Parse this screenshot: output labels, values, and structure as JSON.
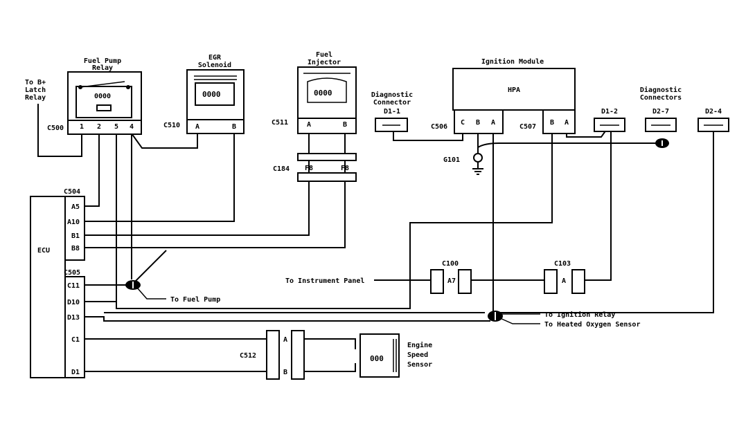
{
  "components": {
    "fuel_pump_relay": {
      "title": [
        "Fuel Pump",
        "Relay"
      ],
      "connector": "C500",
      "pins": [
        "1",
        "2",
        "5",
        "4"
      ]
    },
    "egr_solenoid": {
      "title": [
        "EGR",
        "Solenoid"
      ],
      "connector": "C510",
      "pins": [
        "A",
        "B"
      ]
    },
    "fuel_injector": {
      "title": [
        "Fuel",
        "Injector"
      ],
      "connector": "C511",
      "pins": [
        "A",
        "B"
      ]
    },
    "c184": {
      "name": "C184",
      "pins": [
        "F8",
        "F8"
      ]
    },
    "diag_d1_1": {
      "title": [
        "Diagnostic",
        "Connector"
      ],
      "name": "D1-1"
    },
    "ignition_module": {
      "title": "Ignition Module",
      "inner": "HPA",
      "connector_left": "C506",
      "pins_left": [
        "C",
        "B",
        "A"
      ],
      "connector_right": "C507",
      "pins_right": [
        "B",
        "A"
      ]
    },
    "diag_connectors": {
      "title": [
        "Diagnostic",
        "Connectors"
      ],
      "names": [
        "D1-2",
        "D2-7",
        "D2-4"
      ]
    },
    "ground": "G101",
    "ecu": {
      "name": "ECU",
      "connector_top": "C504",
      "pins_top": [
        "A5",
        "A10",
        "B1",
        "B8"
      ],
      "connector_bottom": "C505",
      "pins_bottom": [
        "C11",
        "D10",
        "D13",
        "C1",
        "D1"
      ]
    },
    "latch_relay": [
      "To B+",
      "Latch",
      "Relay"
    ],
    "c100": {
      "name": "C100",
      "pin": "A7"
    },
    "c103": {
      "name": "C103",
      "pin": "A"
    },
    "c512": {
      "name": "C512",
      "pins": [
        "A",
        "B"
      ]
    },
    "engine_speed_sensor": [
      "Engine",
      "Speed",
      "Sensor"
    ]
  },
  "destinations": {
    "fuel_pump": "To Fuel Pump",
    "instrument_panel": "To Instrument Panel",
    "ignition_relay": "To Ignition Relay",
    "heated_oxygen_sensor": "To Heated Oxygen Sensor"
  }
}
